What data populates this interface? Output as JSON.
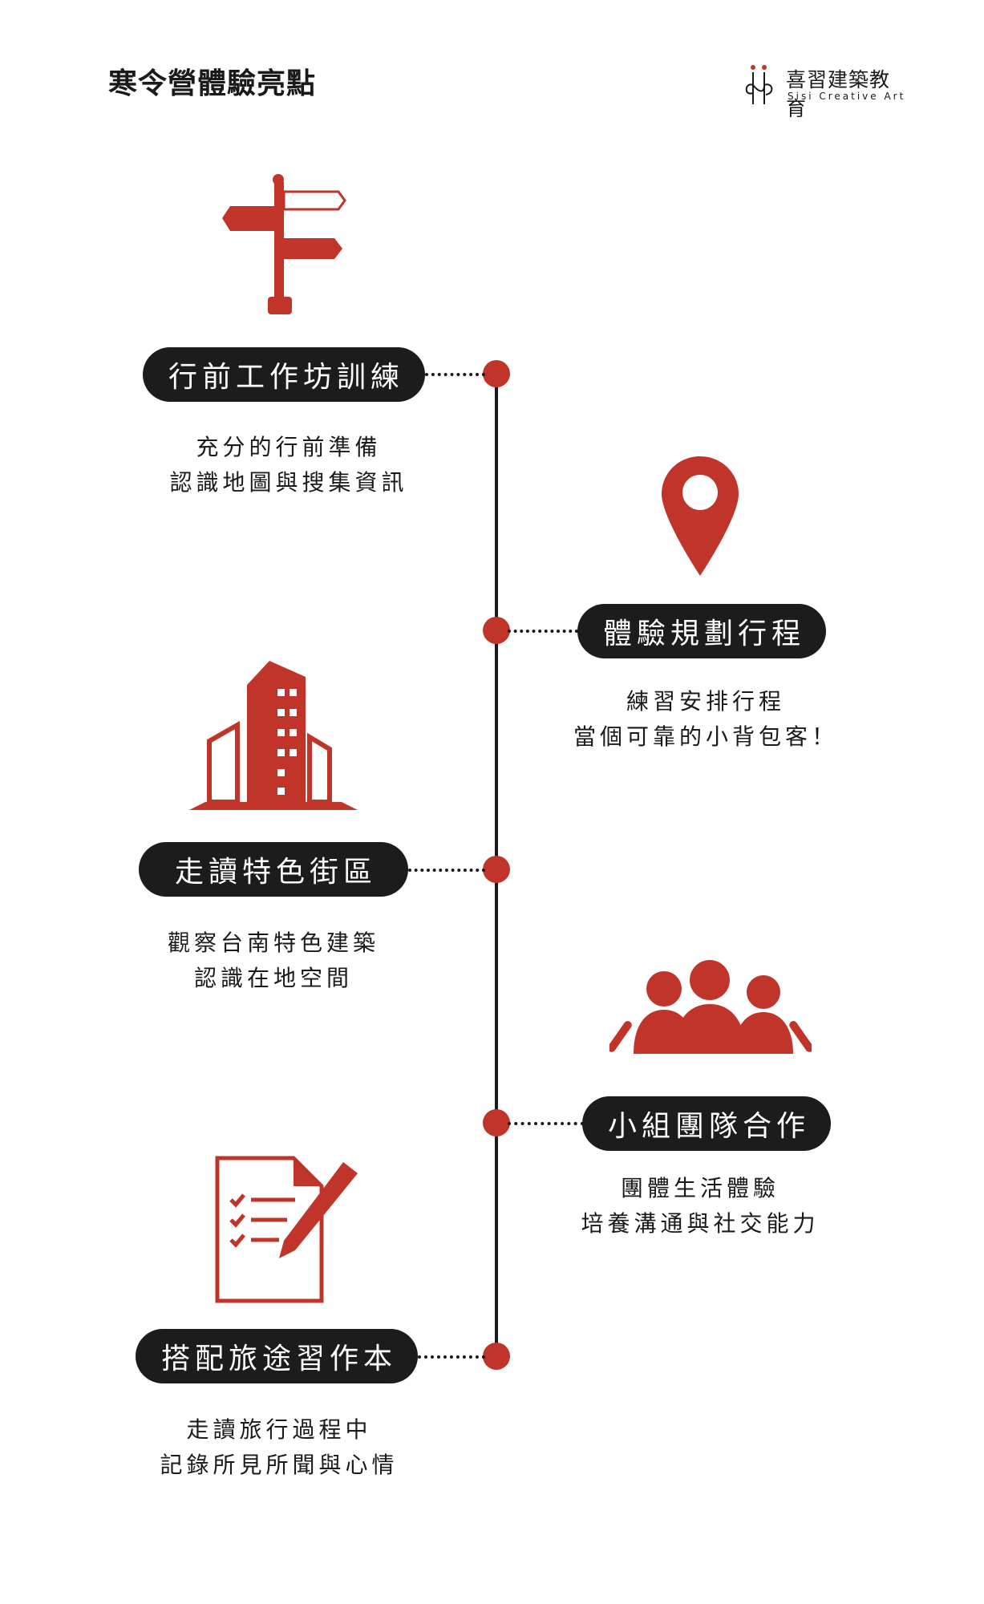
{
  "header": {
    "title": "寒令營體驗亮點",
    "logo_cn": "喜習建築教育",
    "logo_en": "Sisi Creative Art"
  },
  "colors": {
    "accent": "#c0342a",
    "dark": "#1c1c1c"
  },
  "items": [
    {
      "icon": "signpost-icon",
      "label": "行前工作坊訓練",
      "desc1": "充分的行前準備",
      "desc2": "認識地圖與搜集資訊"
    },
    {
      "icon": "map-pin-icon",
      "label": "體驗規劃行程",
      "desc1": "練習安排行程",
      "desc2": "當個可靠的小背包客！"
    },
    {
      "icon": "buildings-icon",
      "label": "走讀特色街區",
      "desc1": "觀察台南特色建築",
      "desc2": "認識在地空間"
    },
    {
      "icon": "team-icon",
      "label": "小組團隊合作",
      "desc1": "團體生活體驗",
      "desc2": "培養溝通與社交能力"
    },
    {
      "icon": "checklist-pen-icon",
      "label": "搭配旅途習作本",
      "desc1": "走讀旅行過程中",
      "desc2": "記錄所見所聞與心情"
    }
  ]
}
